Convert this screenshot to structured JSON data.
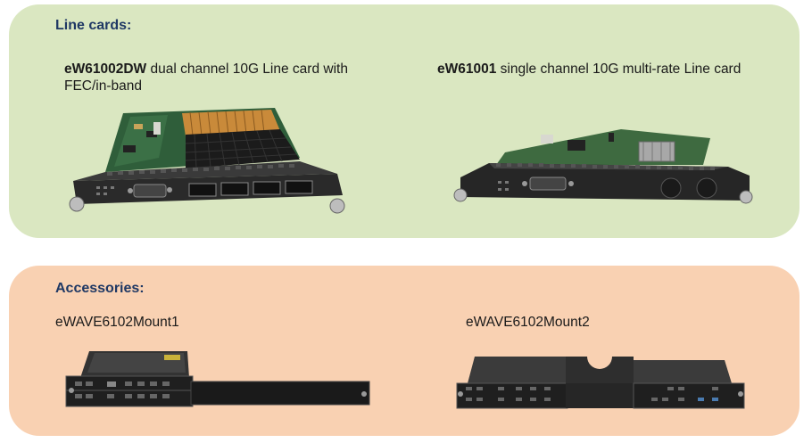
{
  "line_cards": {
    "title": "Line cards:",
    "items": [
      {
        "model": "eW61002DW",
        "description": " dual channel 10G Line card with FEC/in-band"
      },
      {
        "model": "eW61001",
        "description": " single channel 10G multi-rate Line card"
      }
    ]
  },
  "accessories": {
    "title": "Accessories:",
    "items": [
      {
        "name": "eWAVE6102Mount1"
      },
      {
        "name": "eWAVE6102Mount2"
      }
    ]
  },
  "colors": {
    "line_cards_bg": "#dae7c1",
    "accessories_bg": "#f9d1b2",
    "title_color": "#1f3864"
  }
}
